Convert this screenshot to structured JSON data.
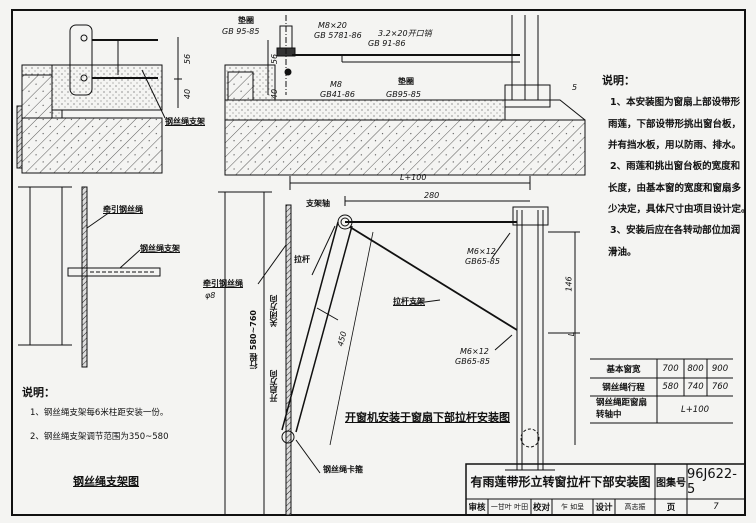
{
  "top_left_detail": {
    "label_bracket": "钢丝绳支架",
    "dim_56": "56",
    "dim_40": "40"
  },
  "top_mid_detail": {
    "washer1": {
      "name": "垫圈",
      "std": "GB 95-85"
    },
    "bolt": {
      "name": "M8×20",
      "std": "GB 5781-86"
    },
    "pin": {
      "name": "3.2×20开口销",
      "std": "GB 91-86"
    },
    "nut": {
      "name": "M8",
      "std": "GB41-86"
    },
    "washer2": {
      "name": "垫圈",
      "std": "GB95-85"
    },
    "dim_56": "56",
    "dim_40": "40",
    "mark_5": "5"
  },
  "right_notes": {
    "heading": "说明：",
    "lines": [
      "1、本安装图为窗扇上部设带形",
      "雨莲，下部设带形挑出窗台板，",
      "并有挡水板，用以防雨、排水。",
      "2、雨莲和挑出窗台板的宽度和",
      "长度，由基本窗的宽度和窗扇多",
      "少决定，具体尺寸由项目设计定。",
      "3、安装后应在各转动部位加润",
      "滑油。"
    ]
  },
  "left_detail": {
    "label_rope": "牵引钢丝绳",
    "label_bracket": "钢丝绳支架",
    "notes_heading": "说明：",
    "notes": [
      "1、钢丝绳支架每6米柱距安装一份。",
      "2、钢丝绳支架调节范围为350~580"
    ],
    "caption": "钢丝绳支架图"
  },
  "main_detail": {
    "dim_L100": "L+100",
    "dim_280": "280",
    "label_pivot": "支架轴",
    "label_rod": "拉杆",
    "label_rod_bracket": "拉杆支架",
    "label_rope": "牵引钢丝绳",
    "rope_dia": "φ8",
    "stroke_label": "行程 580~760",
    "close_dir": "关闭方向",
    "open_dir": "开启方向",
    "dim_450": "450",
    "dim_146": "146",
    "dim_L": "L",
    "screw1": {
      "name": "M6×12",
      "std": "GB65-85"
    },
    "screw2": {
      "name": "M6×12",
      "std": "GB65-85"
    },
    "label_clamp": "钢丝绳卡箍",
    "caption": "开窗机安装于窗扇下部拉杆安装图"
  },
  "table": {
    "rows": [
      {
        "label": "基本窗宽",
        "values": [
          "700",
          "800",
          "900"
        ]
      },
      {
        "label": "钢丝绳行程",
        "values": [
          "580",
          "740",
          "760"
        ]
      },
      {
        "label": "钢丝绳距窗扇转轴中",
        "values": [
          "L+100"
        ]
      }
    ]
  },
  "title_block": {
    "title": "有雨莲带形立转窗拉杆下部安装图",
    "atlas_label": "图集号",
    "atlas_no": "96J622-5",
    "review_label": "审核",
    "review_sig": "一甘叶 叶田",
    "check_label": "校对",
    "check_sig": "乍 如呈",
    "design_label": "设计",
    "design_sig": "高志振",
    "page_label": "页",
    "page_no": "7"
  }
}
